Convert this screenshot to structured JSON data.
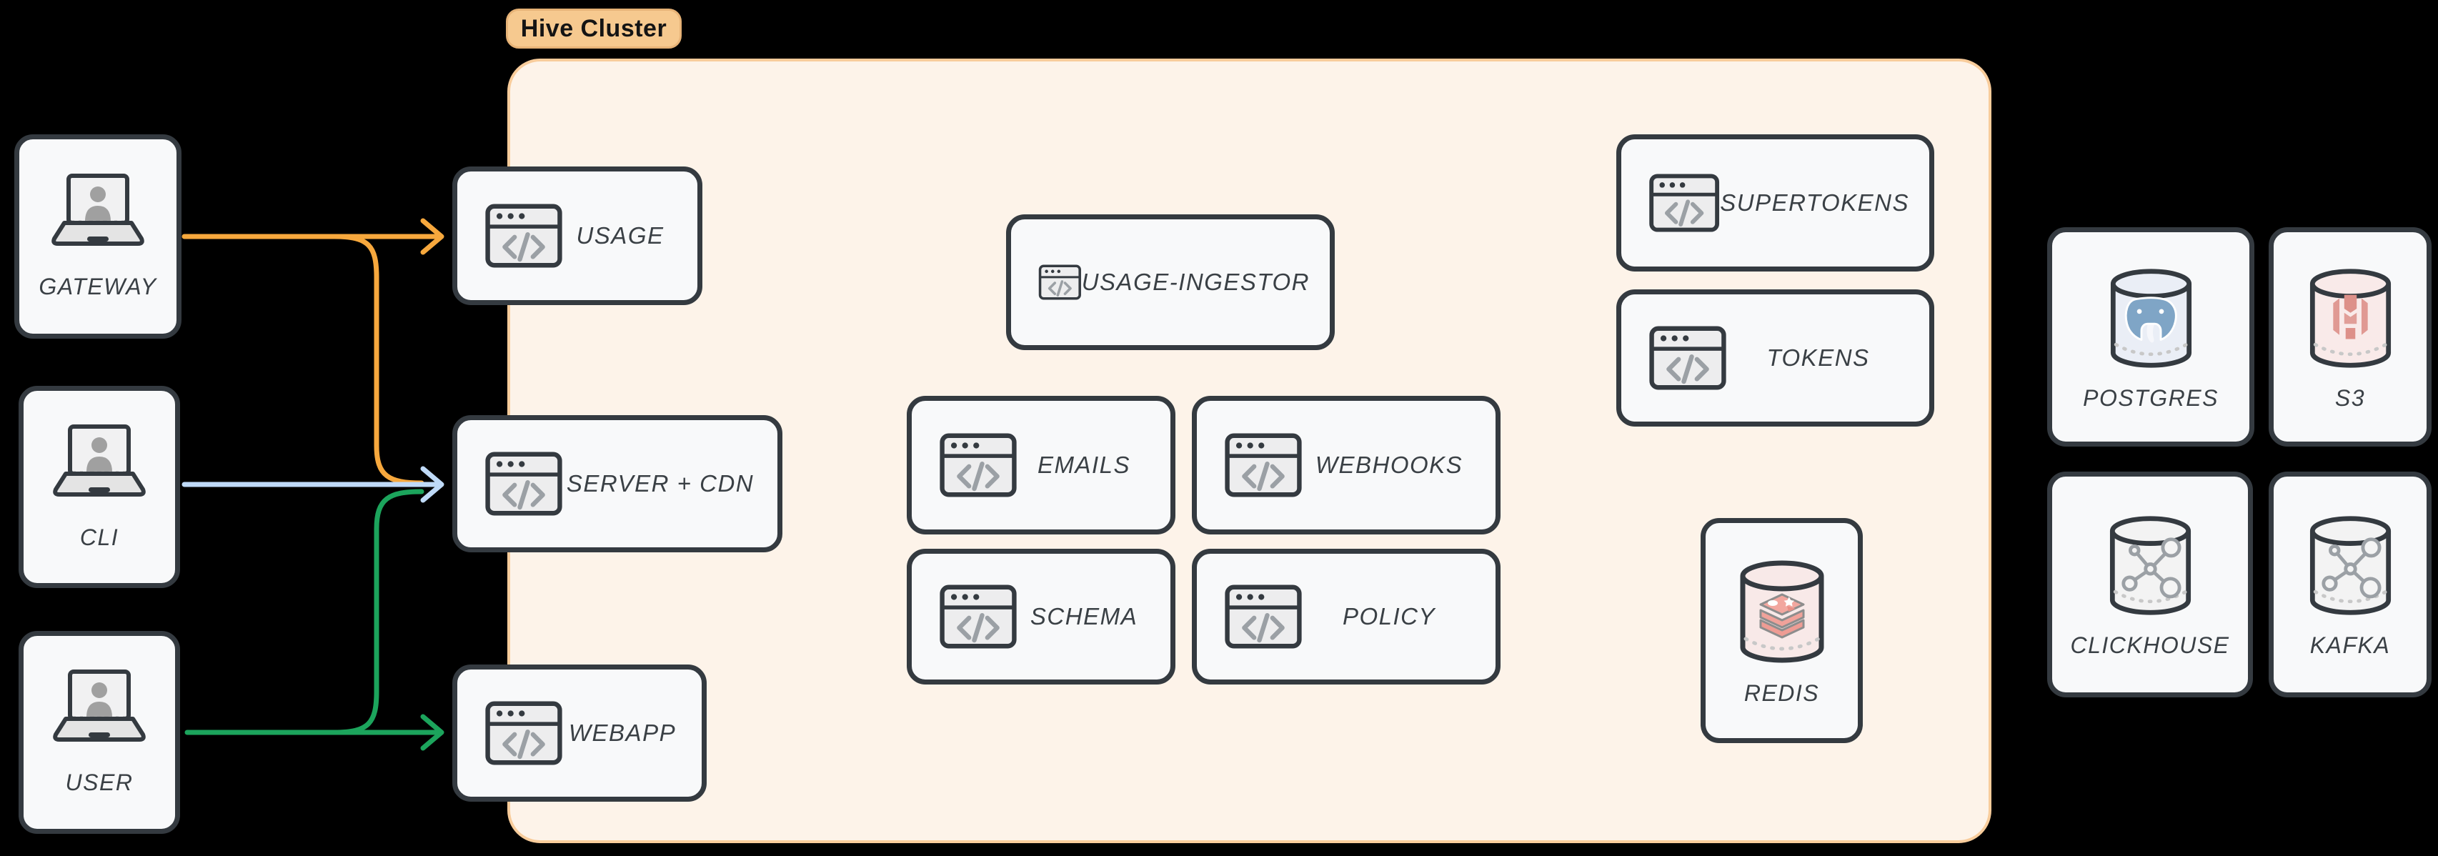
{
  "badge": {
    "label": "Hive Cluster"
  },
  "actors": [
    {
      "label": "GATEWAY"
    },
    {
      "label": "CLI"
    },
    {
      "label": "USER"
    }
  ],
  "cluster": {
    "services": [
      {
        "label": "USAGE"
      },
      {
        "label": "SERVER + CDN"
      },
      {
        "label": "WEBAPP"
      },
      {
        "label": "USAGE-INGESTOR"
      },
      {
        "label": "EMAILS"
      },
      {
        "label": "WEBHOOKS"
      },
      {
        "label": "SCHEMA"
      },
      {
        "label": "POLICY"
      },
      {
        "label": "SUPERTOKENS"
      },
      {
        "label": "TOKENS"
      },
      {
        "label": "REDIS"
      }
    ]
  },
  "datastores": [
    {
      "label": "POSTGRES"
    },
    {
      "label": "S3"
    },
    {
      "label": "CLICKHOUSE"
    },
    {
      "label": "KAFKA"
    }
  ],
  "edges": [
    {
      "from": "GATEWAY",
      "to": "USAGE",
      "color": "#F7A83D"
    },
    {
      "from": "GATEWAY",
      "to": "SERVER + CDN",
      "color": "#F7A83D"
    },
    {
      "from": "CLI",
      "to": "SERVER + CDN",
      "color": "#BFDAF8"
    },
    {
      "from": "USER",
      "to": "SERVER + CDN",
      "color": "#1CA45C"
    },
    {
      "from": "USER",
      "to": "WEBAPP",
      "color": "#1CA45C"
    }
  ],
  "colors": {
    "background": "#000000",
    "cluster_fill": "#FDF3E9",
    "cluster_border": "#F8CC9B",
    "badge_fill": "#F6C98F",
    "badge_border": "#E7B377",
    "node_fill": "#F8F9FA",
    "node_border": "#343A40",
    "label_text": "#3A4045",
    "redis_fill": "#F8E9E8",
    "postgres_fill": "#EAEEF6",
    "s3_fill": "#F9EAE9",
    "generic_db_fill": "#F3F3F3"
  }
}
